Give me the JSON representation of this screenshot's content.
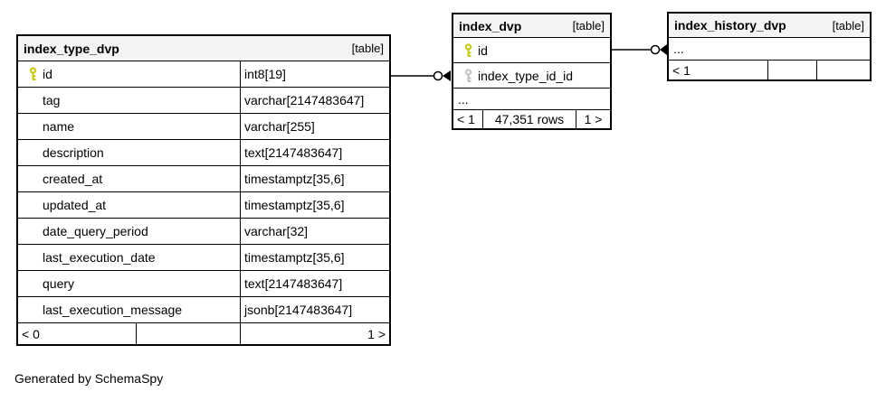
{
  "page": {
    "caption": "Generated by SchemaSpy"
  },
  "colors": {
    "table_header_bg": "#f4f4f4",
    "border": "#000000",
    "relationship_line": "#000000",
    "primary_key_icon": "#c8c800",
    "foreign_key_icon": "#c0c0c0"
  },
  "tables": [
    {
      "name": "index_type_dvp",
      "badge": "[table]",
      "columns": [
        {
          "name": "id",
          "type": "int8[19]",
          "key": "primary"
        },
        {
          "name": "tag",
          "type": "varchar[2147483647]",
          "key": ""
        },
        {
          "name": "name",
          "type": "varchar[255]",
          "key": ""
        },
        {
          "name": "description",
          "type": "text[2147483647]",
          "key": ""
        },
        {
          "name": "created_at",
          "type": "timestamptz[35,6]",
          "key": ""
        },
        {
          "name": "updated_at",
          "type": "timestamptz[35,6]",
          "key": ""
        },
        {
          "name": "date_query_period",
          "type": "varchar[32]",
          "key": ""
        },
        {
          "name": "last_execution_date",
          "type": "timestamptz[35,6]",
          "key": ""
        },
        {
          "name": "query",
          "type": "text[2147483647]",
          "key": ""
        },
        {
          "name": "last_execution_message",
          "type": "jsonb[2147483647]",
          "key": ""
        }
      ],
      "footer": {
        "left": "< 0",
        "center": "",
        "right": "1 >"
      }
    },
    {
      "name": "index_dvp",
      "badge": "[table]",
      "columns": [
        {
          "name": "id",
          "key": "primary"
        },
        {
          "name": "index_type_id_id",
          "key": "foreign"
        },
        {
          "name": "...",
          "key": ""
        }
      ],
      "footer": {
        "left": "< 1",
        "center": "47,351 rows",
        "right": "1 >"
      }
    },
    {
      "name": "index_history_dvp",
      "badge": "[table]",
      "columns": [
        {
          "name": "...",
          "key": ""
        }
      ],
      "footer": {
        "left": "< 1",
        "center": "",
        "right": ""
      }
    }
  ],
  "relationships": [
    {
      "from_table": "index_type_dvp",
      "to_table": "index_dvp"
    },
    {
      "from_table": "index_dvp",
      "to_table": "index_history_dvp"
    }
  ]
}
